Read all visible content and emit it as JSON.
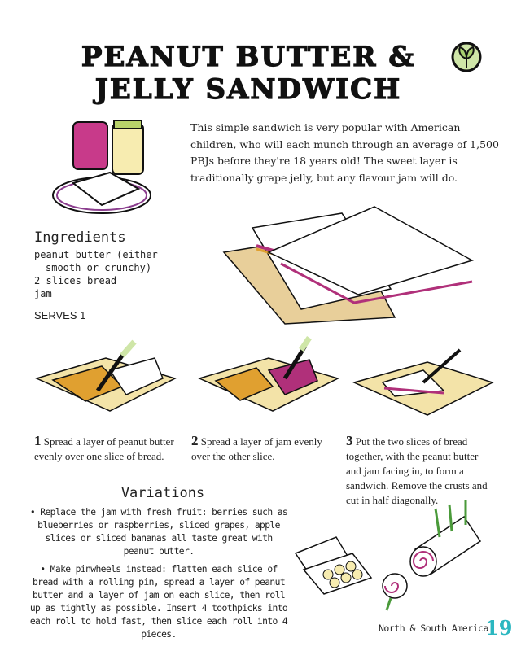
{
  "title": {
    "line1": "PEANUT BUTTER &",
    "line2": "JELLY SANDWICH"
  },
  "badge_icon": "vegetarian-leaf-icon",
  "intro": "This simple sandwich is very popular with American children, who will each munch through an average of 1,500 PBJs before they're 18 years old! The sweet layer is traditionally grape jelly, but any flavour jam will do.",
  "ingredients": {
    "heading": "Ingredients",
    "items": [
      "peanut butter (either",
      "smooth or crunchy)",
      "2 slices bread",
      "jam"
    ],
    "serves": "SERVES 1"
  },
  "steps": [
    {
      "num": "1",
      "text": "Spread a layer of peanut butter evenly over one slice of bread."
    },
    {
      "num": "2",
      "text": "Spread a layer of jam evenly over the other slice."
    },
    {
      "num": "3",
      "text": "Put the two slices of bread together, with the peanut butter and jam facing in, to form a sandwich. Remove the crusts and cut in half diagonally."
    }
  ],
  "variations": {
    "heading": "Variations",
    "items": [
      "• Replace the jam with fresh fruit: berries such as blueberries or raspberries, sliced grapes, apple slices or sliced bananas all taste great with peanut butter.",
      "• Make pinwheels instead: flatten each slice of bread with a rolling pin, spread a layer of peanut butter and a layer of jam on each slice, then roll up as tightly as possible. Insert 4 toothpicks into each roll to hold fast, then slice each roll into 4 pieces."
    ]
  },
  "footer": {
    "section": "North & South America",
    "page": "19"
  },
  "colors": {
    "accent": "#2bb7c0",
    "jam": "#b0307a",
    "peanut": "#e0a030",
    "board": "#f3e3a8"
  }
}
